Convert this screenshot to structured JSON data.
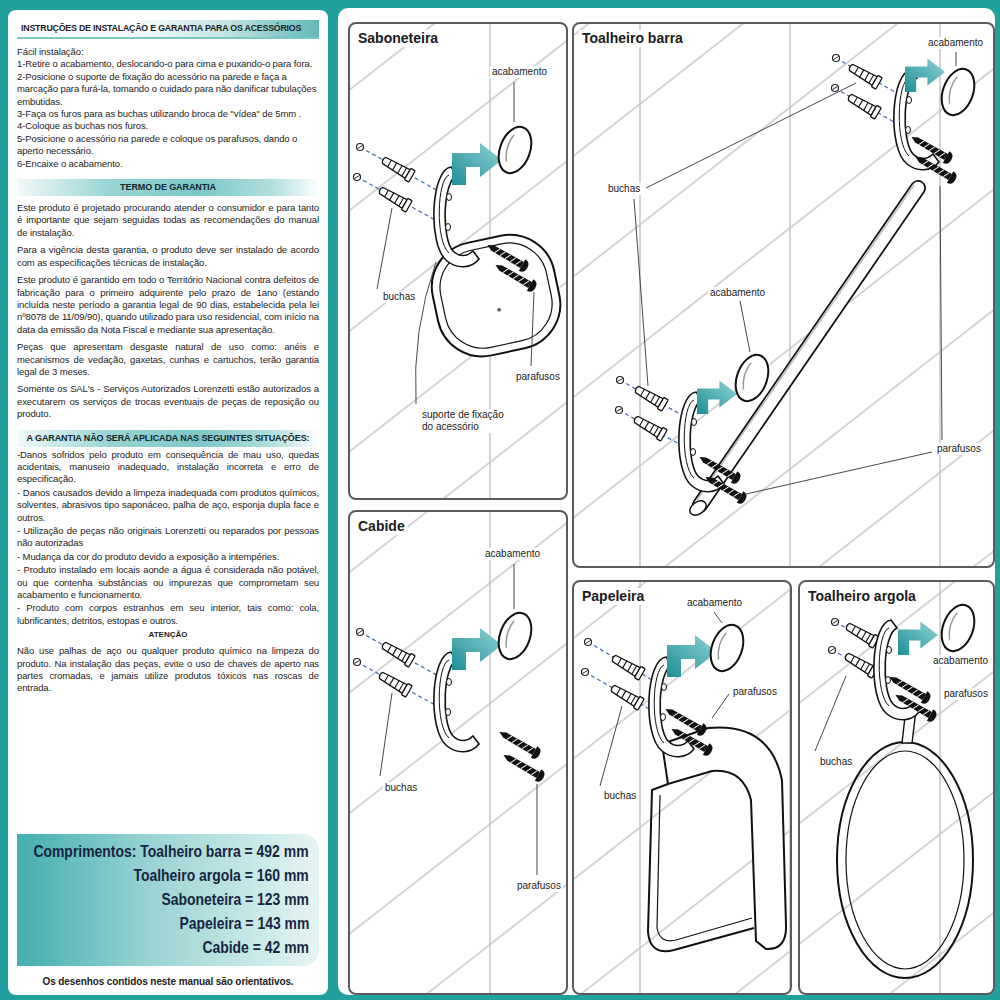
{
  "diagram": {
    "nodes": [
      {
        "text": [
          "Fácil instalação:",
          "1-Retire o acabamento, deslocando-o para cima e puxando-o para fora.",
          "2-Posicione o suporte de fixação do acessório na parede e faça a marcação para furá-la, tomando o cuidado para não danificar tubulações embutidas.",
          "3-Faça os furos para as buchas utilizando broca de \"vídea\" de 5mm .",
          "4-Coloque as buchas nos furos.",
          "5-Posicione o acessório na parede e coloque os parafusos, dando o aperto necessário.",
          "6-Encaixe o acabamento.",
          "Este produto é projetado procurando atender o consumidor e para tanto é importante que sejam seguidas todas as recomendações do manual de instalação.",
          "Para a vigência desta garantia, o produto deve ser instalado de acordo com as especificações técnicas de instalação.",
          "Este produto é garantido em todo o Território Nacional contra defeitos de fabricação para o primeiro adquirente pelo prazo de 1ano (estando incluída neste período a garantia legal de 90 dias, estabelecida pela lei nº8078 de 11/09/90), quando utilizado para uso residencial, com início na data da emissão da Nota Fiscal e mediante sua apresentação.",
          "Peças que apresentam desgaste natural de uso como: anéis e mecanismos de vedação, gaxetas, cunhas e cartuchos, terão garantia legal de 3 meses.",
          "Somente os SAL's - Serviços Autorizados Lorenzetti estão autorizados a executarem os serviços de trocas eventuais de peças de reposição ou produto.",
          "-Danos sofridos pelo produto em consequência de mau uso, quedas acidentais, manuseio inadequado, instalação incorreta e erro de especificação.",
          "- Danos causados devido a limpeza inadequada com produtos químicos, solventes, abrasivos tipo saponáceo, palha de aço, esponja dupla face e outros.",
          "- Utilização de peças não originais Lorenzetti ou reparados por pessoas não autorizadas",
          "- Mudança da cor do produto devido a exposição a intempéries.",
          "- Produto instalado em locais aonde a água é considerada não potável, ou que contenha substâncias ou impurezas que comprometam seu acabamento e funcionamento.",
          "- Produto com corpos estranhos em seu interior, tais como: cola, lubrificantes, detritos, estopas e outros.",
          "ATENÇÃO",
          "Não use palhas de aço ou qualquer produto químico na limpeza do produto. Na instalação das peças, evite o uso de chaves de aperto nas partes cromadas, e jamais utilize produtos tóxicos nas roscas de entrada.",
          "Os desenhos contidos neste manual são orientativos."
        ]
      },
      {
        "text": [
          "INSTRUÇÕES DE INSTALAÇÃO E GARANTIA PARA OS ACESSÓRIOS"
        ],
        "in": 0
      },
      {
        "text": [
          "TERMO DE GARANTIA"
        ],
        "in": 0
      },
      {
        "text": [
          "A GARANTIA NÃO SERÁ APLICADA NAS SEGUINTES SITUAÇÕES:"
        ],
        "in": 0
      },
      {
        "text": [
          "Comprimentos: Toalheiro barra = 492 mm",
          "Toalheiro argola = 160 mm",
          "Saboneteira = 123 mm",
          "Papeleira = 143 mm",
          "Cabide = 42 mm"
        ],
        "in": 0
      },
      {
        "text": [
          "Saboneteira"
        ]
      },
      {
        "text": [
          "Toalheiro barra"
        ]
      },
      {
        "text": [
          "Cabide"
        ]
      },
      {
        "text": [
          "Papeleira"
        ]
      },
      {
        "text": [
          "Toalheiro argola"
        ]
      }
    ],
    "labels": [
      "acabamento",
      "buchas",
      "parafusos",
      "suporte de fixação do acessório",
      "acabamento",
      "buchas",
      "acabamento",
      "parafusos",
      "acabamento",
      "buchas",
      "parafusos",
      "acabamento",
      "parafusos",
      "buchas",
      "acabamento",
      "parafusos",
      "buchas"
    ]
  }
}
